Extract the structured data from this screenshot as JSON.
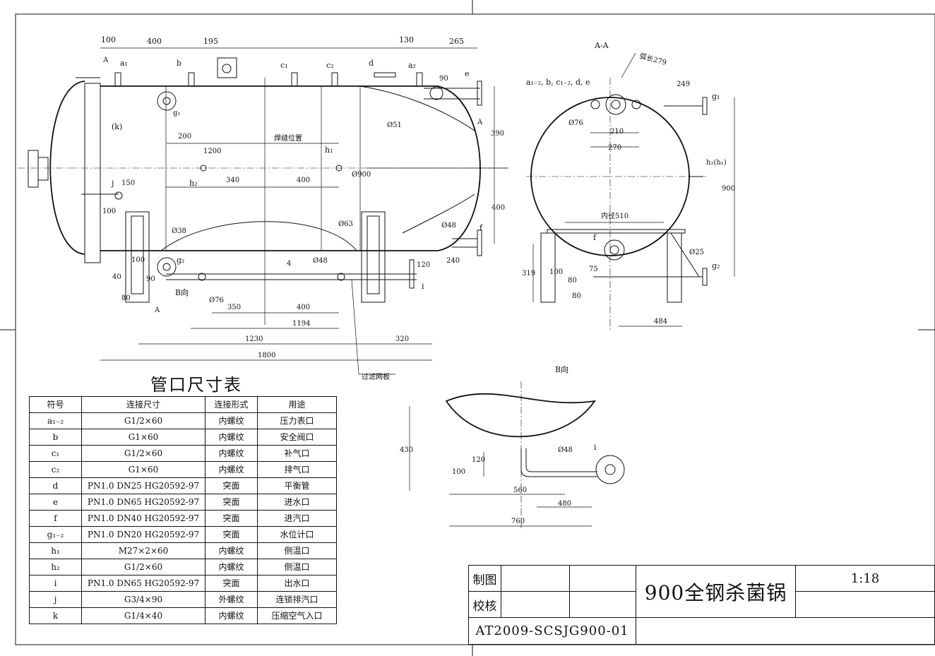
{
  "sheet": {
    "table_title": "管口尺寸表",
    "section_aa": "A-A",
    "view_b": "B向"
  },
  "nozzle_table": {
    "headers": [
      "符号",
      "连接尺寸",
      "连接形式",
      "用途"
    ],
    "rows": [
      [
        "a₁₋₂",
        "G1/2×60",
        "内螺纹",
        "压力表口"
      ],
      [
        "b",
        "G1×60",
        "内螺纹",
        "安全阀口"
      ],
      [
        "c₁",
        "G1/2×60",
        "内螺纹",
        "补气口"
      ],
      [
        "c₂",
        "G1×60",
        "内螺纹",
        "排气口"
      ],
      [
        "d",
        "PN1.0 DN25 HG20592-97",
        "突面",
        "平衡管"
      ],
      [
        "e",
        "PN1.0 DN65 HG20592-97",
        "突面",
        "进水口"
      ],
      [
        "f",
        "PN1.0 DN40 HG20592-97",
        "突面",
        "进汽口"
      ],
      [
        "g₁₋₂",
        "PN1.0 DN20 HG20592-97",
        "突面",
        "水位计口"
      ],
      [
        "h₁",
        "M27×2×60",
        "内螺纹",
        "侧温口"
      ],
      [
        "h₂",
        "G1/2×60",
        "内螺纹",
        "侧温口"
      ],
      [
        "i",
        "PN1.0 DN65 HG20592-97",
        "突面",
        "出水口"
      ],
      [
        "j",
        "G3/4×90",
        "外螺纹",
        "连锁排汽口"
      ],
      [
        "k",
        "G1/4×40",
        "内螺纹",
        "压缩空气入口"
      ]
    ]
  },
  "title_block": {
    "drawn_label": "制图",
    "checked_label": "校核",
    "name": "900全钢杀菌锅",
    "scale": "1:18",
    "number": "AT2009-SCSJG900-01"
  },
  "front_view": {
    "dims_top": [
      "100",
      "400",
      "195",
      "130",
      "265"
    ],
    "nozzles_top": [
      "A",
      "a₁",
      "b",
      "c₁",
      "c₂",
      "d",
      "a₂",
      "e"
    ],
    "labels": [
      "(k)",
      "g₁",
      "200",
      "1200",
      "焊缝位置",
      "h₁",
      "j",
      "150",
      "h₂",
      "340",
      "400",
      "Ø900",
      "100",
      "90",
      "390",
      "Ø51",
      "A",
      "400",
      "f",
      "Ø38",
      "Ø63",
      "Ø48",
      "Ø48",
      "4",
      "g₂",
      "100",
      "90",
      "40",
      "80",
      "B向",
      "A",
      "Ø76",
      "350",
      "400",
      "1194",
      "120",
      "i",
      "240",
      "1230",
      "320",
      "1800",
      "过滤网板"
    ]
  },
  "section_view": {
    "labels": [
      "弧长279",
      "a₁₋₂, b, c₁₋₂, d, e",
      "249",
      "g₁",
      "Ø76",
      "210",
      "270",
      "h₂(h₁)",
      "900",
      "内径510",
      "f",
      "Ø25",
      "g₂",
      "319",
      "100",
      "75",
      "80",
      "80",
      "484"
    ]
  },
  "b_view": {
    "labels": [
      "430",
      "120",
      "Ø48",
      "i",
      "100",
      "560",
      "480",
      "760"
    ]
  }
}
